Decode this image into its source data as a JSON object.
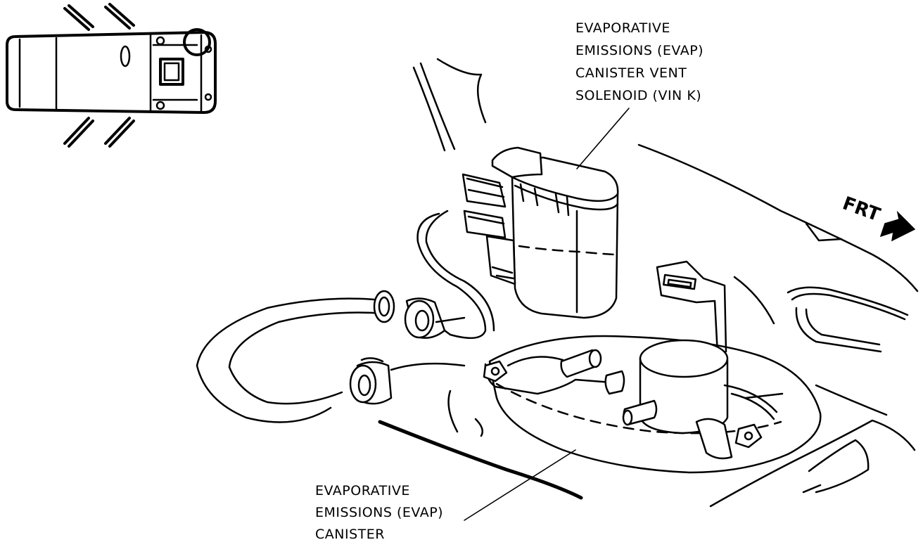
{
  "callouts": {
    "vent_solenoid": [
      "EVAPORATIVE",
      "EMISSIONS (EVAP)",
      "CANISTER VENT",
      "SOLENOID (VIN K)"
    ],
    "canister": [
      "EVAPORATIVE",
      "EMISSIONS (EVAP)",
      "CANISTER"
    ]
  },
  "direction_label": "FRT"
}
